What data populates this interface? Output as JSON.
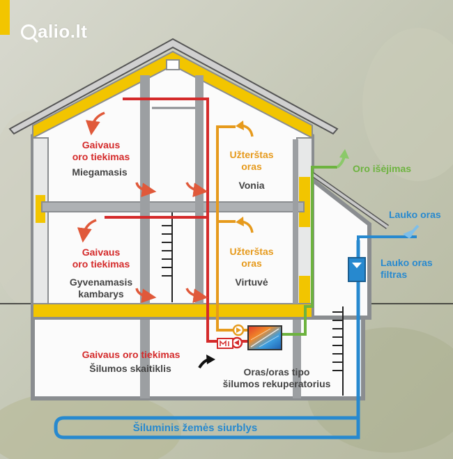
{
  "watermark": {
    "logo_text": "alio.lt"
  },
  "labels": {
    "fresh_air_top": "Gaivaus\noro tiekimas",
    "bedroom": "Miegamasis",
    "dirty_air_top": "Užterštas\noras",
    "bathroom": "Vonia",
    "exhaust_air": "Oro išėjimas",
    "outdoor_air": "Lauko oras",
    "outdoor_filter": "Lauko oras\nfiltras",
    "fresh_air_mid": "Gaivaus\noro tiekimas",
    "living_room": "Gyvenamasis\nkambarys",
    "dirty_air_mid": "Užterštas\noras",
    "kitchen": "Virtuvė",
    "fresh_air_basement": "Gaivaus oro tiekimas",
    "heat_meter": "Šilumos skaitiklis",
    "recuperator": "Oras/oras tipo\nšilumos rekuperatorius",
    "ground_pump": "Šiluminis žemės siurblys"
  },
  "colors": {
    "supply": "#d42a2a",
    "extract": "#e69a1c",
    "exhaust": "#6db33f",
    "outdoor": "#2789cf",
    "insulation": "#f2c500",
    "structure": "#8a8d90"
  }
}
